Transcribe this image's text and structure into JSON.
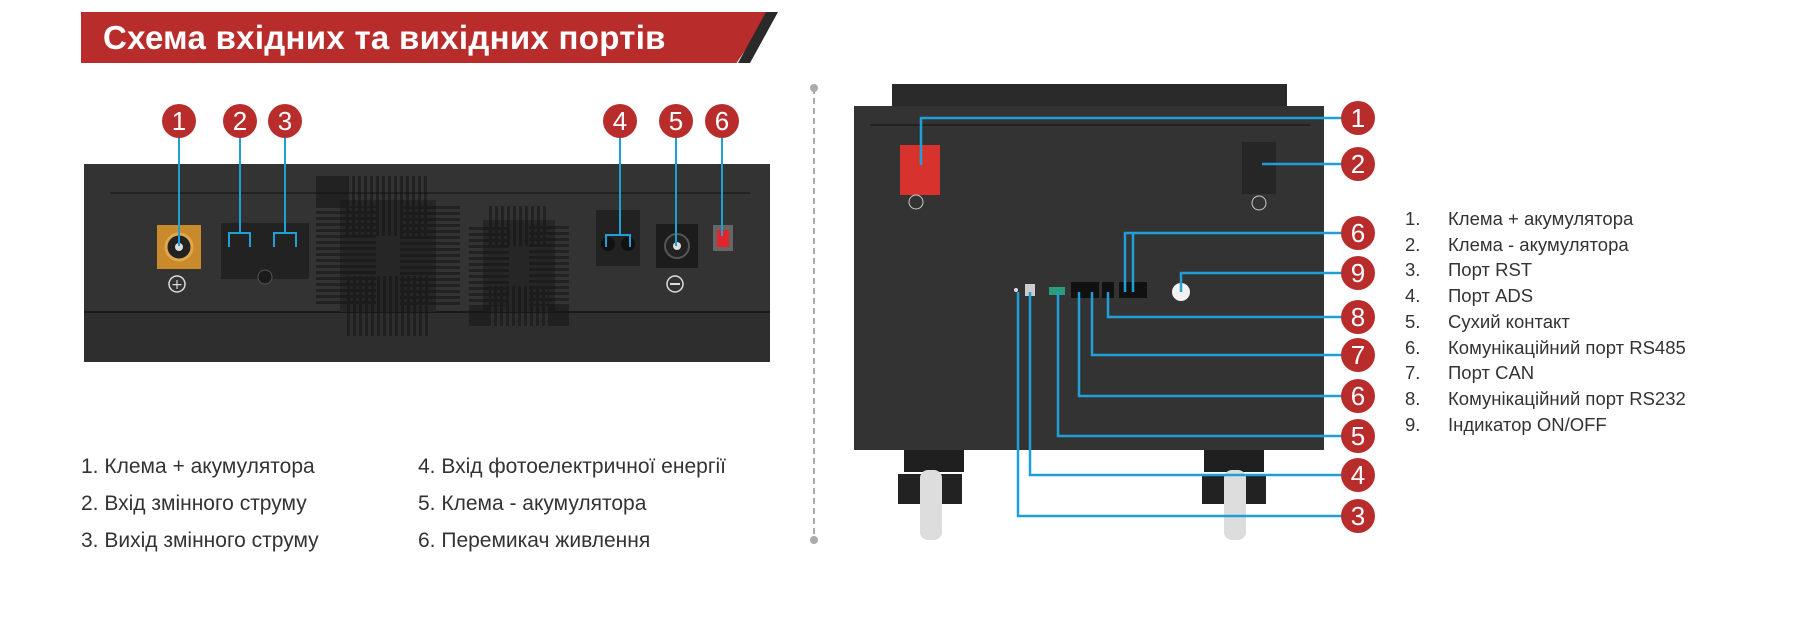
{
  "title": "Схема вхідних та вихідних портів",
  "left_device": {
    "callouts": [
      "1",
      "2",
      "3",
      "4",
      "5",
      "6"
    ],
    "legend": [
      "1. Клема + акумулятора",
      "2. Вхід змінного струму",
      "3. Вихід змінного струму",
      "4. Вхід фотоелектричної енергії",
      "5. Клема - акумулятора",
      "6. Перемикач живлення"
    ]
  },
  "right_device": {
    "callouts": [
      "1",
      "2",
      "6",
      "9",
      "8",
      "7",
      "6",
      "5",
      "4",
      "3"
    ],
    "legend": [
      {
        "n": "1.",
        "t": "Клема + акумулятора"
      },
      {
        "n": "2.",
        "t": "Клема - акумулятора"
      },
      {
        "n": "3.",
        "t": "Порт RST"
      },
      {
        "n": "4.",
        "t": "Порт ADS"
      },
      {
        "n": "5.",
        "t": "Сухий контакт"
      },
      {
        "n": "6.",
        "t": "Комунікаційний порт RS485"
      },
      {
        "n": "7.",
        "t": "Порт CAN"
      },
      {
        "n": "8.",
        "t": "Комунікаційний порт RS232"
      },
      {
        "n": "9.",
        "t": "Індикатор ON/OFF"
      }
    ]
  },
  "colors": {
    "accent": "#b82c2c",
    "callout_line": "#1f9fd6",
    "device": "#2f2f2f"
  }
}
